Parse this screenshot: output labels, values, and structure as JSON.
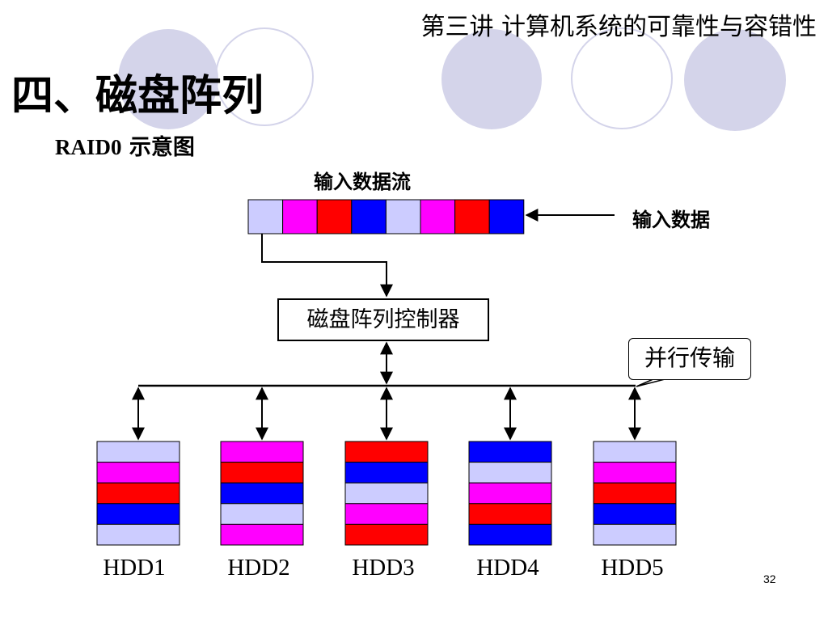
{
  "header": {
    "title": "第三讲  计算机系统的可靠性与容错性"
  },
  "slide": {
    "title": "四、磁盘阵列",
    "subtitle_en": "RAID0",
    "subtitle_cn": " 示意图",
    "page_number": "32"
  },
  "diagram": {
    "stream_label": "输入数据流",
    "input_label": "输入数据",
    "controller_label": "磁盘阵列控制器",
    "callout_label": "并行传输",
    "block_colors": {
      "lavender": "#ccccff",
      "magenta": "#ff00ff",
      "red": "#ff0000",
      "blue": "#0000ff"
    },
    "stream_blocks": [
      "lavender",
      "magenta",
      "red",
      "blue",
      "lavender",
      "magenta",
      "red",
      "blue"
    ],
    "disks": [
      {
        "label": "HDD1",
        "blocks": [
          "lavender",
          "magenta",
          "red",
          "blue",
          "lavender"
        ]
      },
      {
        "label": "HDD2",
        "blocks": [
          "magenta",
          "red",
          "blue",
          "lavender",
          "magenta"
        ]
      },
      {
        "label": "HDD3",
        "blocks": [
          "red",
          "blue",
          "lavender",
          "magenta",
          "red"
        ]
      },
      {
        "label": "HDD4",
        "blocks": [
          "blue",
          "lavender",
          "magenta",
          "red",
          "blue"
        ]
      },
      {
        "label": "HDD5",
        "blocks": [
          "lavender",
          "magenta",
          "red",
          "blue",
          "lavender"
        ]
      }
    ]
  }
}
